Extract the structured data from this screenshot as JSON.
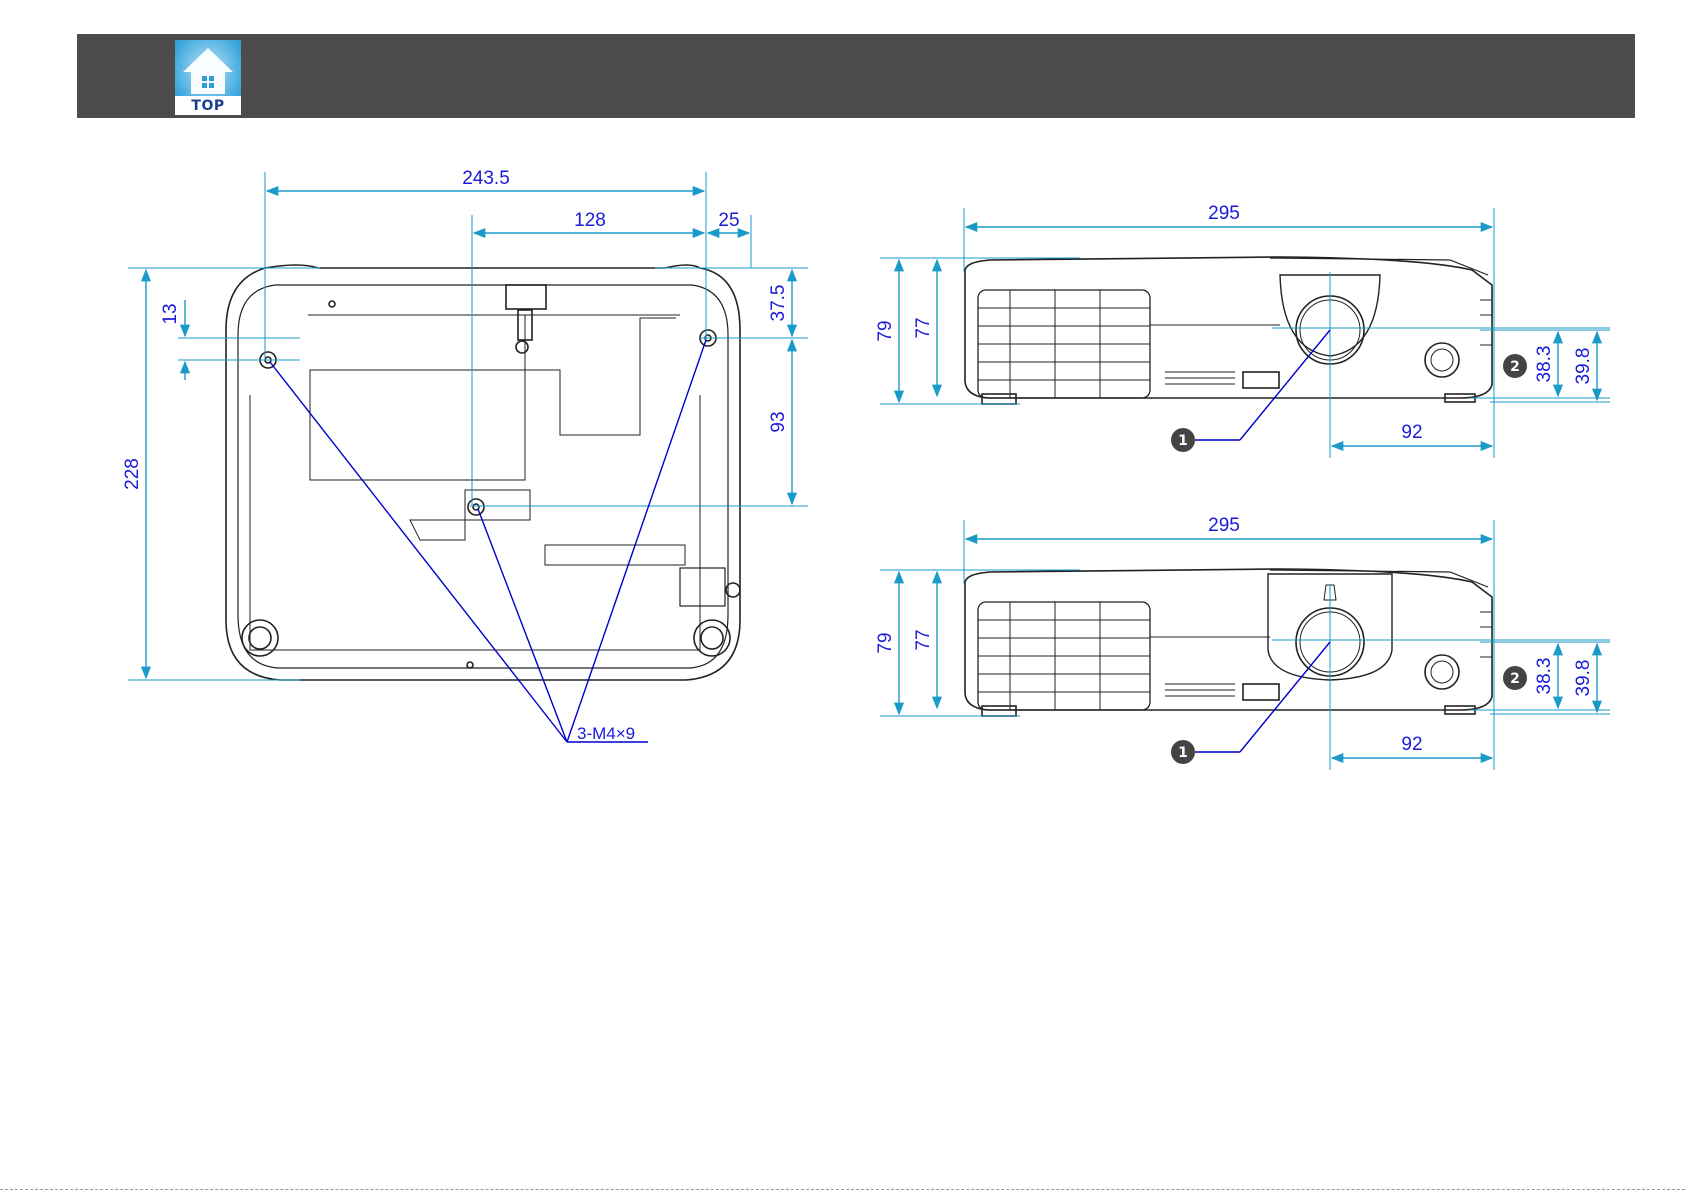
{
  "header": {
    "top_label": "TOP"
  },
  "bottom_view": {
    "dims": {
      "w_total": "243.5",
      "w_inner": "128",
      "w_edge": "25",
      "h_total": "228",
      "h_top": "37.5",
      "h_mid": "93",
      "h_small": "13"
    },
    "screw_label": "3-M4×9"
  },
  "front_view_1": {
    "dims": {
      "width": "295",
      "h_total": "79",
      "h_body": "77",
      "lens_h1": "38.3",
      "lens_h2": "39.8",
      "lens_offset": "92"
    }
  },
  "front_view_2": {
    "dims": {
      "width": "295",
      "h_total": "79",
      "h_body": "77",
      "lens_h1": "38.3",
      "lens_h2": "39.8",
      "lens_offset": "92"
    }
  },
  "callouts": {
    "one": "1",
    "two": "2"
  },
  "colors": {
    "header_bg": "#4c4c4c",
    "dimension_line": "#1a9ac8",
    "dimension_text": "#1a1ad8",
    "leader_line": "#0000cc",
    "outline": "#222222"
  }
}
